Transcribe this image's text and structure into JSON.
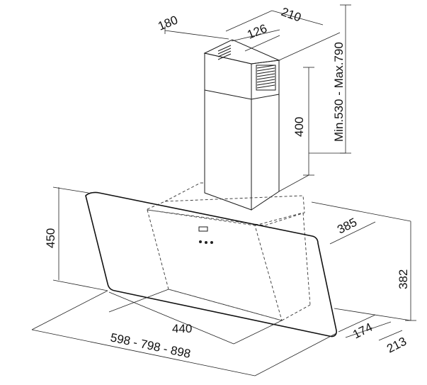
{
  "dimensions": {
    "chimney_depth": "180",
    "chimney_width": "210",
    "vent_width": "126",
    "chimney_height": "400",
    "height_range": "Min.530 - Max.790",
    "hood_height": "450",
    "side_depth": "385",
    "side_height": "382",
    "inner_width": "440",
    "total_width_options": "598 - 798 - 898",
    "front_depth": "174",
    "bottom_depth": "213"
  }
}
